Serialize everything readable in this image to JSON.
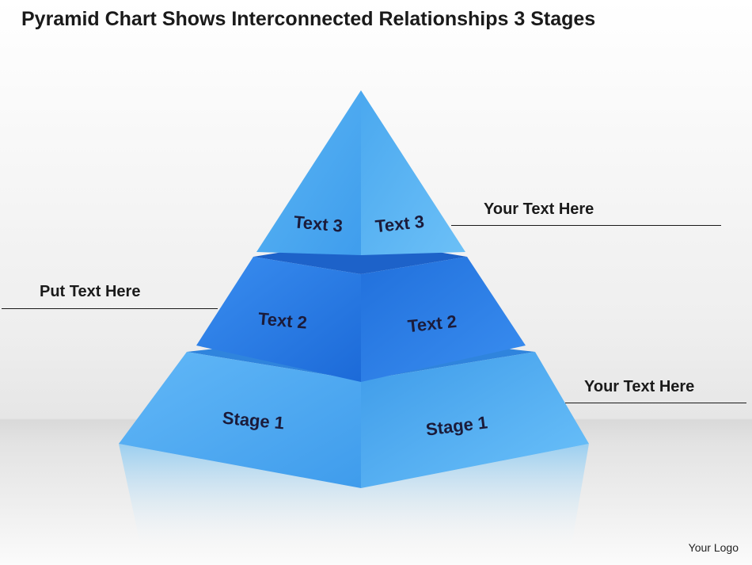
{
  "title": "Pyramid Chart Shows Interconnected Relationships 3 Stages",
  "pyramid": {
    "tiers": [
      {
        "id": "top",
        "left_label": "Text 3",
        "right_label": "Text 3"
      },
      {
        "id": "middle",
        "left_label": "Text 2",
        "right_label": "Text 2"
      },
      {
        "id": "bottom",
        "left_label": "Stage 1",
        "right_label": "Stage 1"
      }
    ]
  },
  "callouts": {
    "right_top": "Your Text Here",
    "left_mid": "Put Text Here",
    "right_low": "Your Text Here"
  },
  "logo": "Your Logo",
  "colors": {
    "top_tier_blue": "#4aa6ec",
    "middle_tier_blue": "#2a7fe0",
    "bottom_tier_blue": "#56b0f5"
  }
}
